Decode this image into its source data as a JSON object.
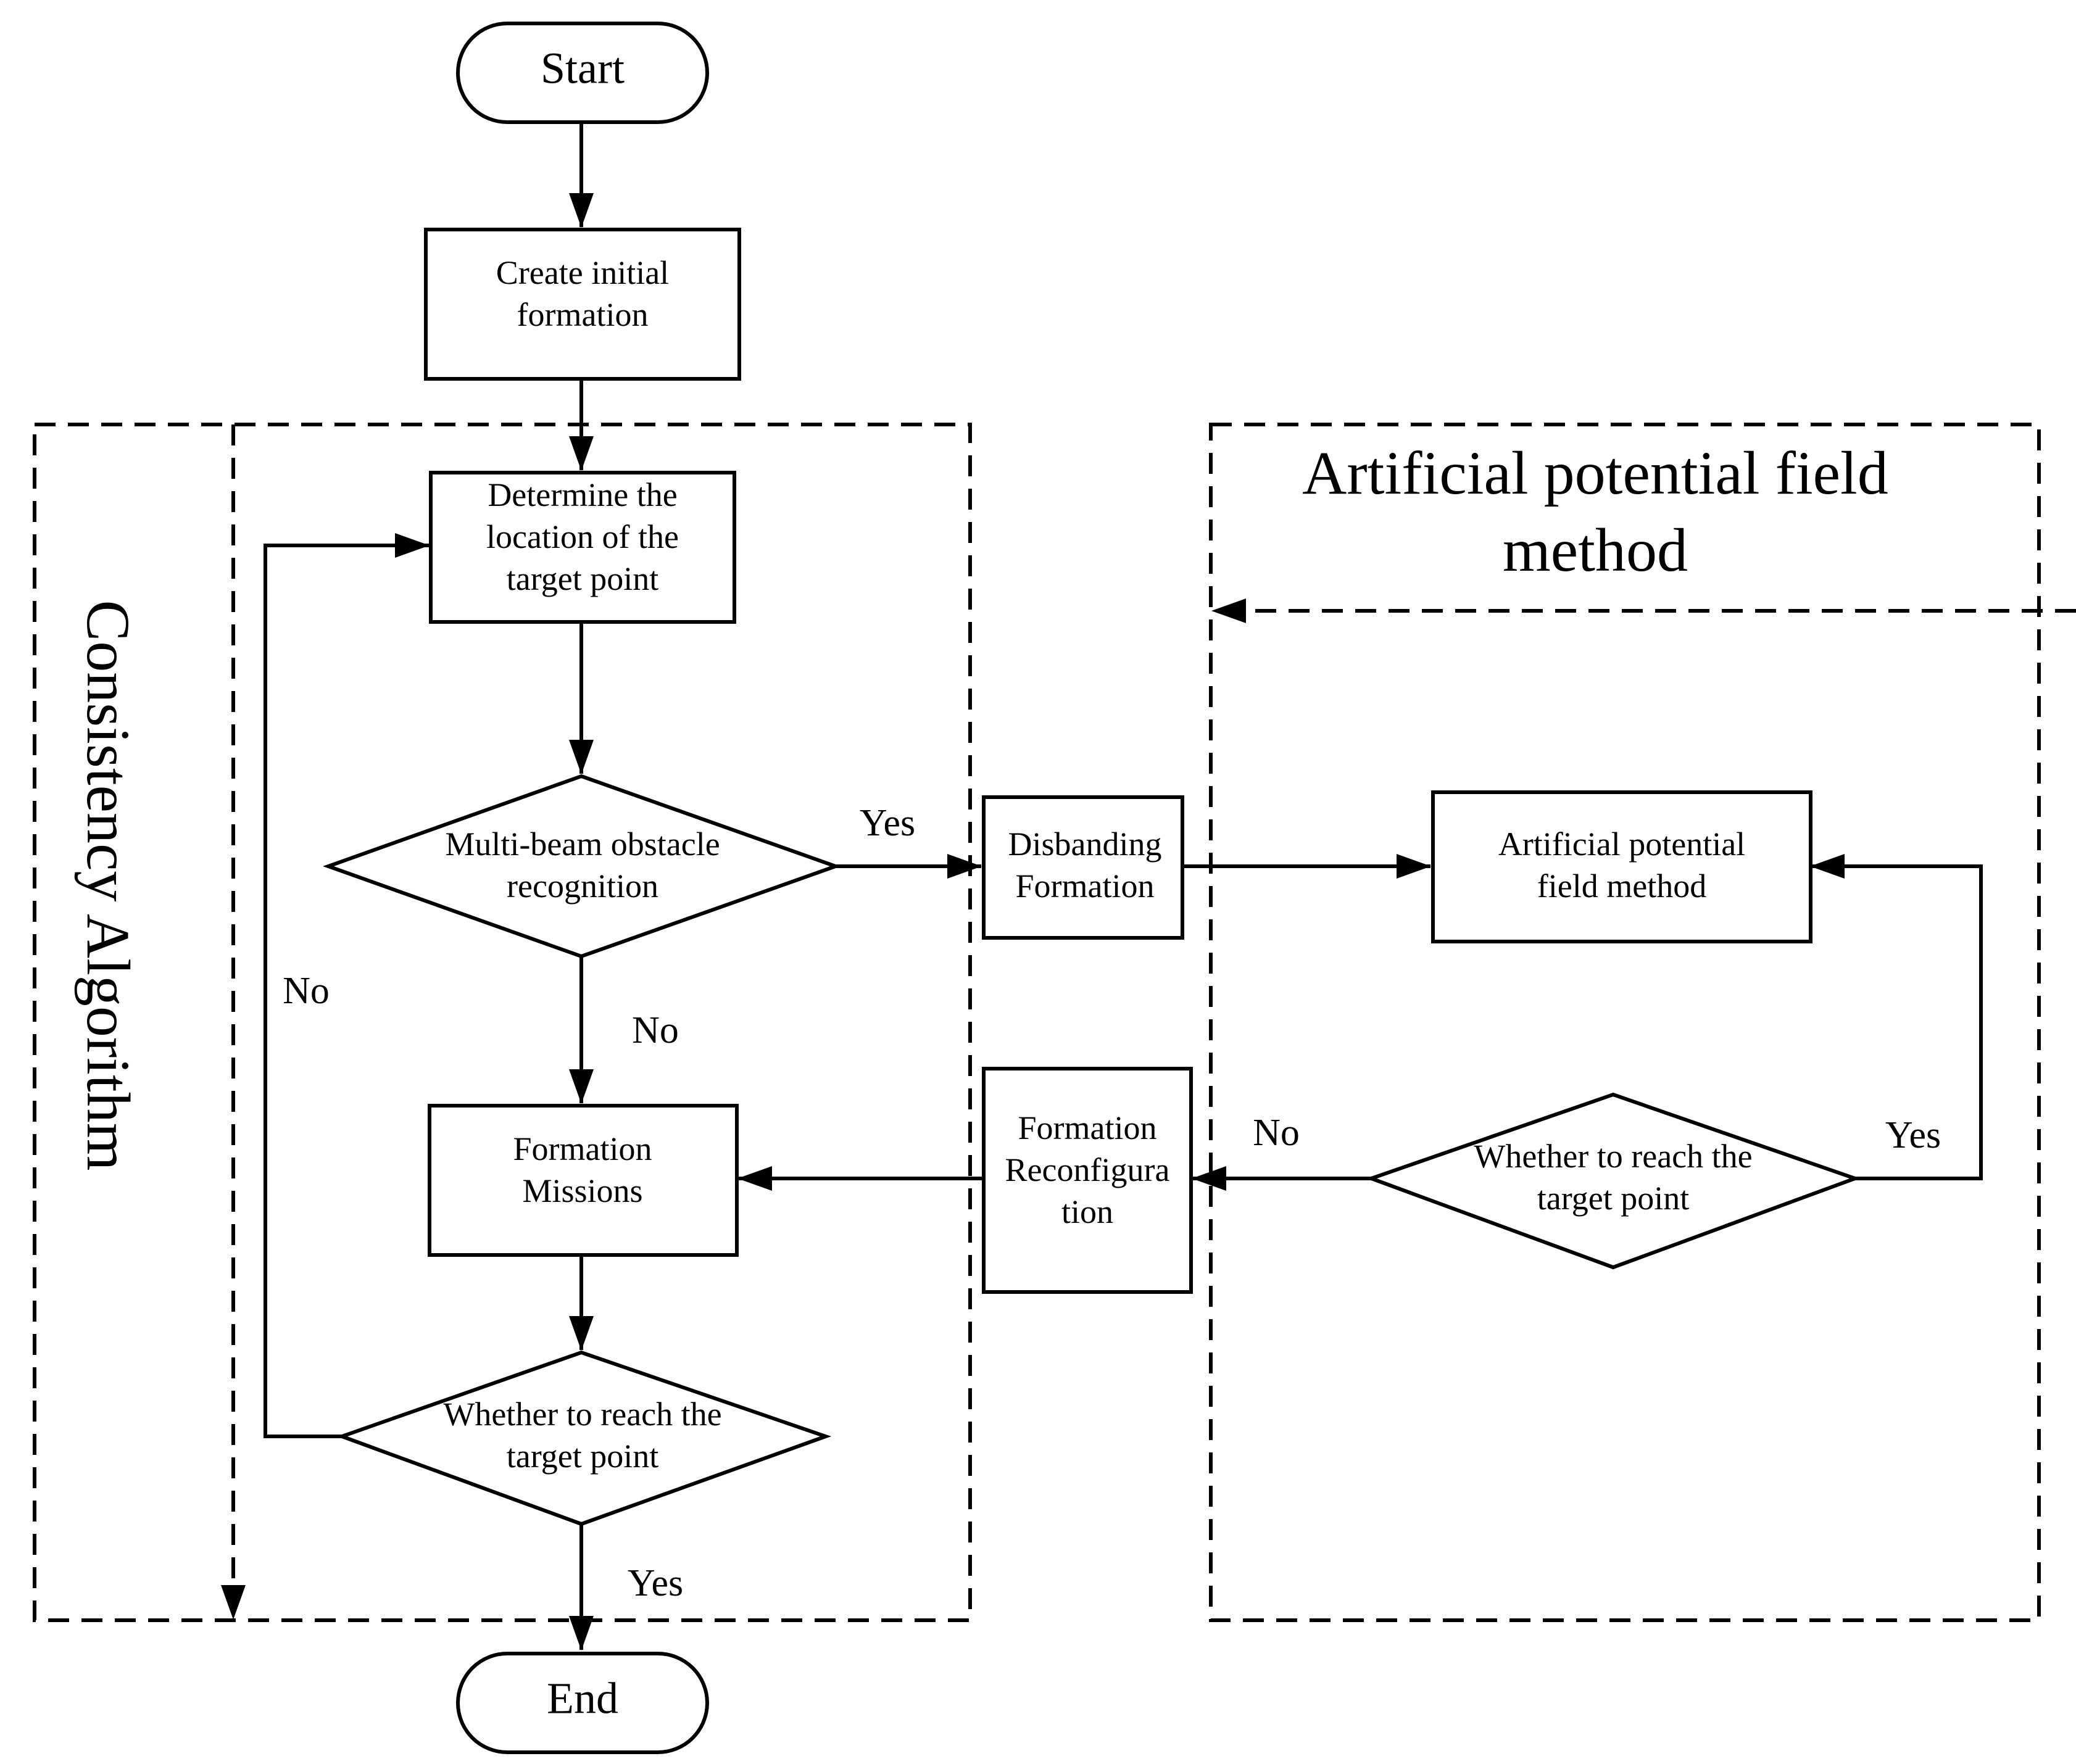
{
  "diagram": {
    "regions": {
      "consistency": {
        "label": "Consistency Algorithm"
      },
      "apf": {
        "title_lines": [
          "Artificial potential field",
          "method"
        ]
      }
    },
    "nodes": {
      "start": {
        "shape": "terminal",
        "lines": [
          "Start"
        ]
      },
      "create_formation": {
        "shape": "process",
        "lines": [
          "Create initial",
          "formation"
        ]
      },
      "determine_target": {
        "shape": "process",
        "lines": [
          "Determine the",
          "location of the",
          "target point"
        ]
      },
      "obstacle_recognition": {
        "shape": "decision",
        "lines": [
          "Multi-beam obstacle",
          "recognition"
        ]
      },
      "formation_missions": {
        "shape": "process",
        "lines": [
          "Formation",
          "Missions"
        ]
      },
      "reach_target_left": {
        "shape": "decision",
        "lines": [
          "Whether to reach the",
          "target point"
        ]
      },
      "end": {
        "shape": "terminal",
        "lines": [
          "End"
        ]
      },
      "disbanding_formation": {
        "shape": "process",
        "lines": [
          "Disbanding",
          "Formation"
        ]
      },
      "apf_method": {
        "shape": "process",
        "lines": [
          "Artificial potential",
          "field method"
        ]
      },
      "reach_target_right": {
        "shape": "decision",
        "lines": [
          "Whether to reach the",
          "target point"
        ]
      },
      "formation_reconfiguration": {
        "shape": "process",
        "lines": [
          "Formation",
          "Reconfigura",
          "tion"
        ]
      }
    },
    "edge_labels": {
      "obstacle_yes": "Yes",
      "obstacle_no": "No",
      "loop_no": "No",
      "end_yes": "Yes",
      "right_no": "No",
      "right_yes": "Yes"
    },
    "edges": [
      {
        "from": "start",
        "to": "create_formation"
      },
      {
        "from": "create_formation",
        "to": "determine_target"
      },
      {
        "from": "determine_target",
        "to": "obstacle_recognition"
      },
      {
        "from": "obstacle_recognition",
        "to": "disbanding_formation",
        "label": "Yes"
      },
      {
        "from": "obstacle_recognition",
        "to": "formation_missions",
        "label": "No"
      },
      {
        "from": "formation_missions",
        "to": "reach_target_left"
      },
      {
        "from": "reach_target_left",
        "to": "determine_target",
        "label": "No"
      },
      {
        "from": "reach_target_left",
        "to": "end",
        "label": "Yes"
      },
      {
        "from": "disbanding_formation",
        "to": "apf_method"
      },
      {
        "from": "reach_target_right",
        "to": "apf_method",
        "label": "Yes"
      },
      {
        "from": "reach_target_right",
        "to": "formation_reconfiguration",
        "label": "No"
      },
      {
        "from": "formation_reconfiguration",
        "to": "formation_missions"
      }
    ]
  }
}
